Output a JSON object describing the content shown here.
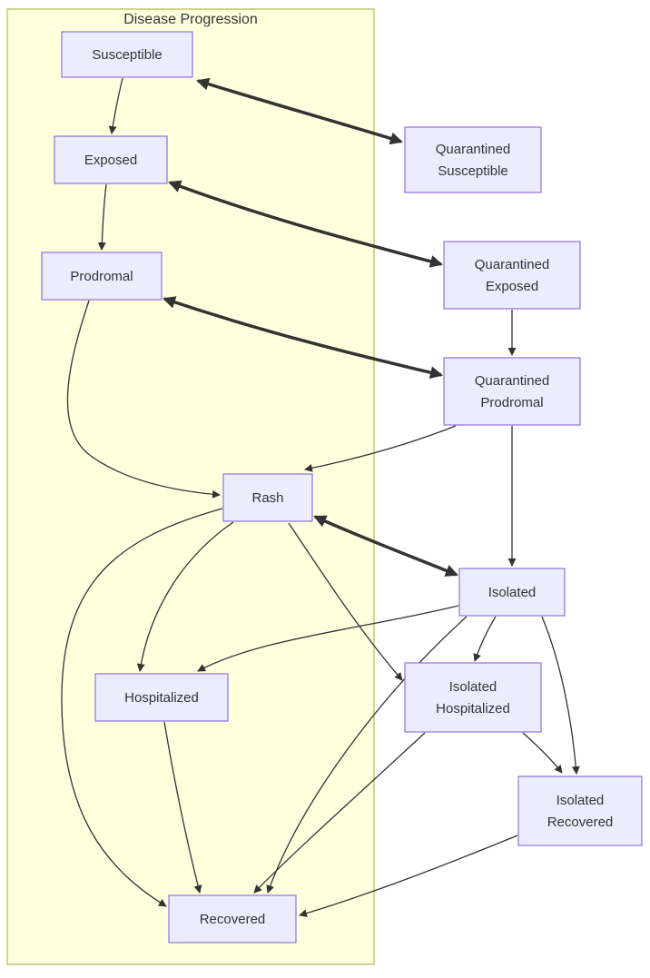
{
  "diagram": {
    "title": "Disease Progression",
    "colors": {
      "node_fill": "#ECECFF",
      "node_border": "#9370DB",
      "subgraph_fill": "#ffffde",
      "subgraph_border": "#aaaa33",
      "edge": "#333333",
      "text": "#333333"
    },
    "nodes": [
      {
        "id": "susceptible",
        "label": "Susceptible",
        "lines": [
          "Susceptible"
        ]
      },
      {
        "id": "exposed",
        "label": "Exposed",
        "lines": [
          "Exposed"
        ]
      },
      {
        "id": "prodromal",
        "label": "Prodromal",
        "lines": [
          "Prodromal"
        ]
      },
      {
        "id": "rash",
        "label": "Rash",
        "lines": [
          "Rash"
        ]
      },
      {
        "id": "hospitalized",
        "label": "Hospitalized",
        "lines": [
          "Hospitalized"
        ]
      },
      {
        "id": "recovered",
        "label": "Recovered",
        "lines": [
          "Recovered"
        ]
      },
      {
        "id": "q_susceptible",
        "label": "Quarantined Susceptible",
        "lines": [
          "Quarantined",
          "Susceptible"
        ]
      },
      {
        "id": "q_exposed",
        "label": "Quarantined Exposed",
        "lines": [
          "Quarantined",
          "Exposed"
        ]
      },
      {
        "id": "q_prodromal",
        "label": "Quarantined Prodromal",
        "lines": [
          "Quarantined",
          "Prodromal"
        ]
      },
      {
        "id": "isolated",
        "label": "Isolated",
        "lines": [
          "Isolated"
        ]
      },
      {
        "id": "isolated_hospitalized",
        "label": "Isolated Hospitalized",
        "lines": [
          "Isolated",
          "Hospitalized"
        ]
      },
      {
        "id": "isolated_recovered",
        "label": "Isolated Recovered",
        "lines": [
          "Isolated",
          "Recovered"
        ]
      }
    ],
    "edges": [
      {
        "from": "susceptible",
        "to": "exposed",
        "thick": false,
        "bidirectional": false
      },
      {
        "from": "susceptible",
        "to": "q_susceptible",
        "thick": true,
        "bidirectional": true
      },
      {
        "from": "exposed",
        "to": "prodromal",
        "thick": false,
        "bidirectional": false
      },
      {
        "from": "exposed",
        "to": "q_exposed",
        "thick": true,
        "bidirectional": true
      },
      {
        "from": "prodromal",
        "to": "q_prodromal",
        "thick": true,
        "bidirectional": true
      },
      {
        "from": "prodromal",
        "to": "rash",
        "thick": false,
        "bidirectional": false
      },
      {
        "from": "q_exposed",
        "to": "q_prodromal",
        "thick": false,
        "bidirectional": false
      },
      {
        "from": "q_prodromal",
        "to": "rash",
        "thick": false,
        "bidirectional": false
      },
      {
        "from": "q_prodromal",
        "to": "isolated",
        "thick": false,
        "bidirectional": false
      },
      {
        "from": "rash",
        "to": "isolated",
        "thick": true,
        "bidirectional": true
      },
      {
        "from": "rash",
        "to": "hospitalized",
        "thick": false,
        "bidirectional": false
      },
      {
        "from": "rash",
        "to": "recovered",
        "thick": false,
        "bidirectional": false
      },
      {
        "from": "rash",
        "to": "isolated_hospitalized",
        "thick": false,
        "bidirectional": false
      },
      {
        "from": "isolated",
        "to": "hospitalized",
        "thick": false,
        "bidirectional": false
      },
      {
        "from": "isolated",
        "to": "isolated_hospitalized",
        "thick": false,
        "bidirectional": false
      },
      {
        "from": "isolated",
        "to": "isolated_recovered",
        "thick": false,
        "bidirectional": false
      },
      {
        "from": "isolated",
        "to": "recovered",
        "thick": false,
        "bidirectional": false
      },
      {
        "from": "hospitalized",
        "to": "recovered",
        "thick": false,
        "bidirectional": false
      },
      {
        "from": "isolated_hospitalized",
        "to": "isolated_recovered",
        "thick": false,
        "bidirectional": false
      },
      {
        "from": "isolated_hospitalized",
        "to": "recovered",
        "thick": false,
        "bidirectional": false
      },
      {
        "from": "isolated_recovered",
        "to": "recovered",
        "thick": false,
        "bidirectional": false
      }
    ]
  }
}
